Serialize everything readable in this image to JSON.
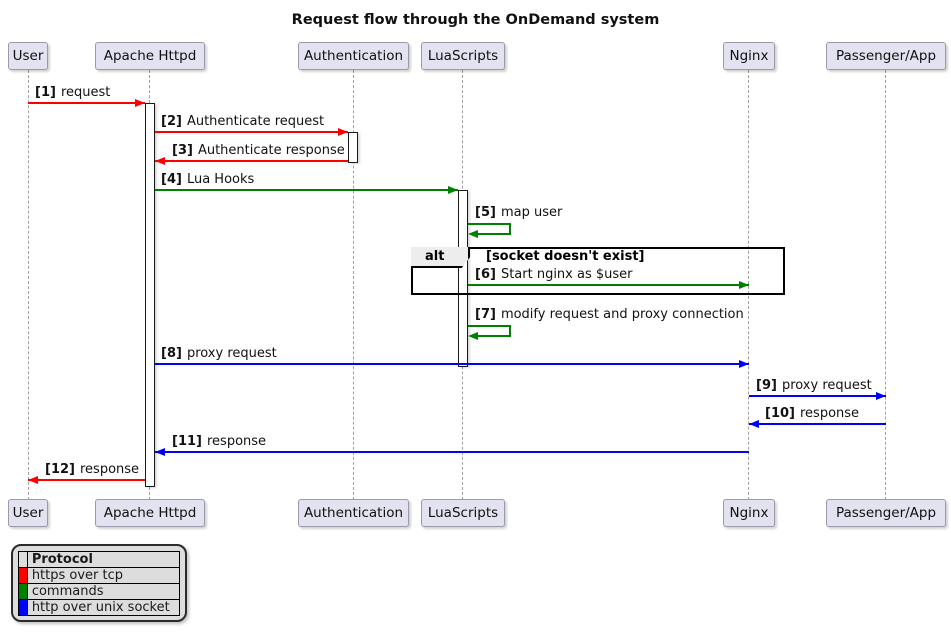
{
  "title": "Request flow through the OnDemand system",
  "colors": {
    "https_over_tcp": "#ff0000",
    "commands": "#008000",
    "http_over_unix_socket": "#0000ff",
    "participant_fill": "#e2e2f0",
    "participant_border": "#9a9aa8",
    "lifeline": "#a0a0a0",
    "activation_fill": "#ffffff",
    "activation_border": "#1a1a1a",
    "fragment_border": "#000000",
    "fragment_header_fill": "#ededed",
    "legend_fill": "#dddddd"
  },
  "participants": [
    {
      "name": "User"
    },
    {
      "name": "Apache Httpd"
    },
    {
      "name": "Authentication"
    },
    {
      "name": "LuaScripts"
    },
    {
      "name": "Nginx"
    },
    {
      "name": "Passenger/App"
    }
  ],
  "messages": [
    {
      "num": "[1]",
      "text": "request"
    },
    {
      "num": "[2]",
      "text": "Authenticate request"
    },
    {
      "num": "[3]",
      "text": "Authenticate response"
    },
    {
      "num": "[4]",
      "text": "Lua Hooks"
    },
    {
      "num": "[5]",
      "text": "map user"
    },
    {
      "num": "[6]",
      "text": "Start nginx as $user"
    },
    {
      "num": "[7]",
      "text": "modify request and proxy connection"
    },
    {
      "num": "[8]",
      "text": "proxy request"
    },
    {
      "num": "[9]",
      "text": "proxy request"
    },
    {
      "num": "[10]",
      "text": "response"
    },
    {
      "num": "[11]",
      "text": "response"
    },
    {
      "num": "[12]",
      "text": "response"
    }
  ],
  "fragment": {
    "operator": "alt",
    "guard": "[socket doesn't exist]"
  },
  "legend": {
    "header": "Protocol",
    "rows": [
      {
        "label": "https over tcp",
        "color": "#ff0000"
      },
      {
        "label": "commands",
        "color": "#008000"
      },
      {
        "label": "http over unix socket",
        "color": "#0000ff"
      }
    ]
  }
}
